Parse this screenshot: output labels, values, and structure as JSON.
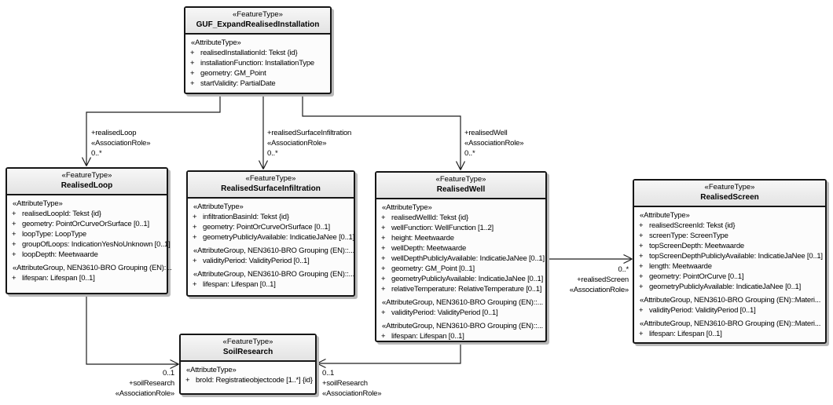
{
  "ui": {
    "plus": "+"
  },
  "nodes": {
    "guf": {
      "stereotype": "«FeatureType»",
      "name": "GUF_ExpandRealisedInstallation",
      "rows": [
        {
          "text": "«AttributeType»"
        },
        {
          "text": "realisedInstallationId: Tekst {id}"
        },
        {
          "text": "installationFunction: InstallationType"
        },
        {
          "text": "geometry: GM_Point"
        },
        {
          "text": "startValidity: PartialDate"
        }
      ]
    },
    "realisedLoop": {
      "stereotype": "«FeatureType»",
      "name": "RealisedLoop",
      "rows": [
        {
          "text": "«AttributeType»"
        },
        {
          "text": "realisedLoopId: Tekst {id}"
        },
        {
          "text": "geometry: PointOrCurveOrSurface [0..1]"
        },
        {
          "text": "loopType: LoopType"
        },
        {
          "text": "groupOfLoops: IndicationYesNoUnknown [0..1]"
        },
        {
          "text": "loopDepth: Meetwaarde"
        },
        {
          "text": "«AttributeGroup, NEN3610-BRO Grouping (EN):..."
        },
        {
          "text": "lifespan: Lifespan [0..1]"
        }
      ]
    },
    "realisedSurfaceInfiltration": {
      "stereotype": "«FeatureType»",
      "name": "RealisedSurfaceInfiltration",
      "rows": [
        {
          "text": "«AttributeType»"
        },
        {
          "text": "infiltrationBasinId: Tekst {id}"
        },
        {
          "text": "geometry: PointOrCurveOrSurface [0..1]"
        },
        {
          "text": "geometryPubliclyAvailable: IndicatieJaNee [0..1]"
        },
        {
          "text": "«AttributeGroup, NEN3610-BRO Grouping (EN)::..."
        },
        {
          "text": "validityPeriod: ValidityPeriod [0..1]"
        },
        {
          "text": "«AttributeGroup, NEN3610-BRO Grouping (EN)::..."
        },
        {
          "text": "lifespan: Lifespan [0..1]"
        }
      ]
    },
    "realisedWell": {
      "stereotype": "«FeatureType»",
      "name": "RealisedWell",
      "rows": [
        {
          "text": "«AttributeType»"
        },
        {
          "text": "realisedWellId: Tekst {id}"
        },
        {
          "text": "wellFunction: WellFunction [1..2]"
        },
        {
          "text": "height: Meetwaarde"
        },
        {
          "text": "wellDepth: Meetwaarde"
        },
        {
          "text": "wellDepthPubliclyAvailable: IndicatieJaNee [0..1]"
        },
        {
          "text": "geometry: GM_Point [0..1]"
        },
        {
          "text": "geometryPubliclyAvailable: IndicatieJaNee [0..1]"
        },
        {
          "text": "relativeTemperature: RelativeTemperature [0..1]"
        },
        {
          "text": "«AttributeGroup, NEN3610-BRO Grouping (EN)::..."
        },
        {
          "text": "validityPeriod: ValidityPeriod [0..1]"
        },
        {
          "text": "«AttributeGroup, NEN3610-BRO Grouping (EN)::..."
        },
        {
          "text": "lifespan: Lifespan [0..1]"
        }
      ]
    },
    "realisedScreen": {
      "stereotype": "«FeatureType»",
      "name": "RealisedScreen",
      "rows": [
        {
          "text": "«AttributeType»"
        },
        {
          "text": "realisedScreenId: Tekst {id}"
        },
        {
          "text": "screenType: ScreenType"
        },
        {
          "text": "topScreenDepth: Meetwaarde"
        },
        {
          "text": "topScreenDepthPubliclyAvailable: IndicatieJaNee [0..1]"
        },
        {
          "text": "length: Meetwaarde"
        },
        {
          "text": "geometry: PointOrCurve [0..1]"
        },
        {
          "text": "geometryPubliclyAvailable: IndicatieJaNee [0..1]"
        },
        {
          "text": "«AttributeGroup, NEN3610-BRO Grouping (EN)::Materi..."
        },
        {
          "text": "validityPeriod: ValidityPeriod [0..1]"
        },
        {
          "text": "«AttributeGroup, NEN3610-BRO Grouping (EN)::Materi..."
        },
        {
          "text": "lifespan: Lifespan [0..1]"
        }
      ]
    },
    "soilResearch": {
      "stereotype": "«FeatureType»",
      "name": "SoilResearch",
      "rows": [
        {
          "text": "«AttributeType»"
        },
        {
          "text": "broId: Registratieobjectcode [1..*] {id}"
        }
      ]
    }
  },
  "connectors": {
    "assoc_loop": {
      "role": "+realisedLoop",
      "stereotype": "«AssociationRole»",
      "multiplicity": "0..*"
    },
    "assoc_surface": {
      "role": "+realisedSurfaceInfiltration",
      "stereotype": "«AssociationRole»",
      "multiplicity": "0..*"
    },
    "assoc_well": {
      "role": "+realisedWell",
      "stereotype": "«AssociationRole»",
      "multiplicity": "0..*"
    },
    "assoc_screen": {
      "role": "+realisedScreen",
      "stereotype": "«AssociationRole»",
      "multiplicity": "0..*"
    },
    "assoc_soil_left": {
      "role": "+soilResearch",
      "stereotype": "«AssociationRole»",
      "multiplicity": "0..1"
    },
    "assoc_soil_right": {
      "role": "+soilResearch",
      "stereotype": "«AssociationRole»",
      "multiplicity": "0..1"
    }
  }
}
